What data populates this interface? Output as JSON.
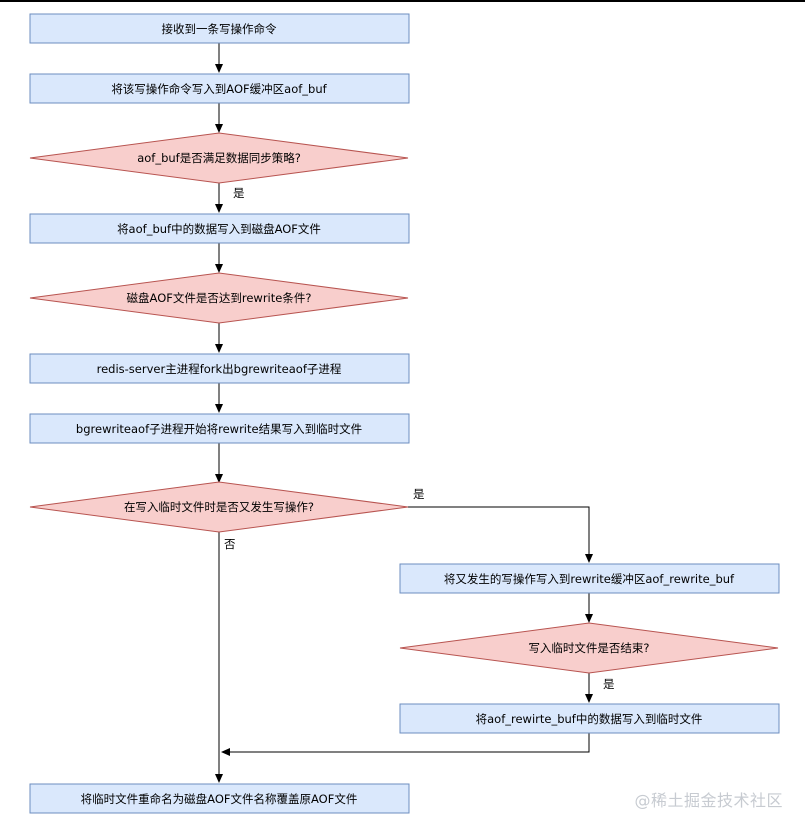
{
  "nodes": {
    "n1": "接收到一条写操作命令",
    "n2": "将该写操作命令写入到AOF缓冲区aof_buf",
    "d1": "aof_buf是否满足数据同步策略?",
    "n3": "将aof_buf中的数据写入到磁盘AOF文件",
    "d2": "磁盘AOF文件是否达到rewrite条件?",
    "n4": "redis-server主进程fork出bgrewriteaof子进程",
    "n5": "bgrewriteaof子进程开始将rewrite结果写入到临时文件",
    "d3": "在写入临时文件时是否又发生写操作?",
    "n6": "将又发生的写操作写入到rewrite缓冲区aof_rewrite_buf",
    "d4": "写入临时文件是否结束?",
    "n7": "将aof_rewirte_buf中的数据写入到临时文件",
    "n8": "将临时文件重命名为磁盘AOF文件名称覆盖原AOF文件"
  },
  "edge_labels": {
    "d1_yes": "是",
    "d3_yes": "是",
    "d3_no": "否",
    "d4_yes": "是"
  },
  "watermark": "@稀土掘金技术社区",
  "colors": {
    "process_fill": "#dae8fc",
    "process_stroke": "#6c8ebf",
    "decision_fill": "#f8cecc",
    "decision_stroke": "#b85450",
    "edge": "#000000"
  }
}
